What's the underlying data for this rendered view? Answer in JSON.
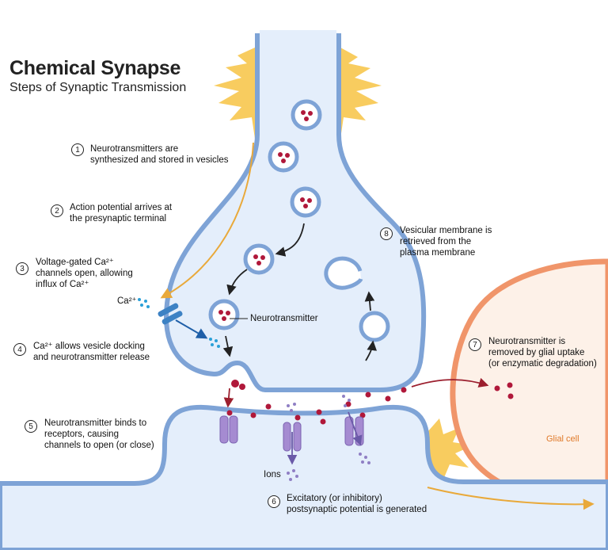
{
  "title": "Chemical Synapse",
  "subtitle": "Steps of Synaptic Transmission",
  "steps": [
    {
      "num": "1",
      "line1": "Neurotransmitters are",
      "line2": "synthesized and stored in vesicles"
    },
    {
      "num": "2",
      "line1": "Action potential arrives at",
      "line2": "the presynaptic terminal"
    },
    {
      "num": "3",
      "line1": "Voltage-gated Ca²⁺",
      "line2": "channels open, allowing",
      "line3": "influx of Ca²⁺"
    },
    {
      "num": "4",
      "line1": "Ca²⁺ allows vesicle docking",
      "line2": "and neurotransmitter release"
    },
    {
      "num": "5",
      "line1": "Neurotransmitter binds to",
      "line2": "receptors, causing",
      "line3": "channels to open (or close)"
    },
    {
      "num": "6",
      "line1": "Excitatory (or inhibitory)",
      "line2": "postsynaptic potential is generated"
    },
    {
      "num": "7",
      "line1": "Neurotransmitter is",
      "line2": "removed by glial uptake",
      "line3": "(or enzymatic degradation)"
    },
    {
      "num": "8",
      "line1": "Vesicular membrane is",
      "line2": "retrieved from the",
      "line3": "plasma membrane"
    }
  ],
  "labels": {
    "calcium": "Ca²⁺",
    "neurotransmitter": "Neurotransmitter",
    "ions": "Ions",
    "glial_cell": "Glial cell"
  },
  "colors": {
    "membrane": "#7ea3d6",
    "cytoplasm": "#e4eefb",
    "vesicle_dot": "#b0183a",
    "glial_border": "#f0956a",
    "glial_fill": "#fdf1e8",
    "receptor": "#a58bd1",
    "flash": "#f7c343",
    "arrow_orange": "#e9a93a"
  }
}
